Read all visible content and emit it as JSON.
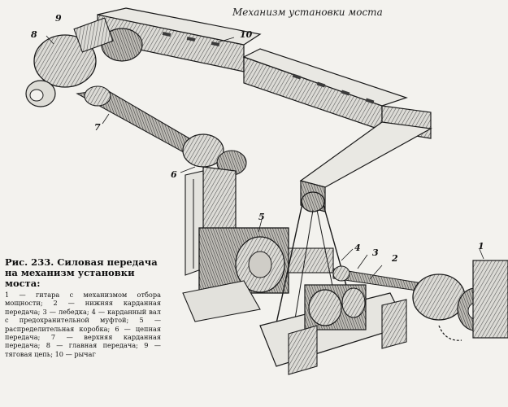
{
  "header": {
    "title": "Механизм установки моста"
  },
  "callouts": [
    "1",
    "2",
    "3",
    "4",
    "5",
    "6",
    "7",
    "8",
    "9",
    "10"
  ],
  "caption": {
    "title": "Рис. 233. Силовая передача на механизм установки моста:",
    "legend": [
      "1 — гитара с механизмом отбора мощности;",
      "2 — нижняя карданная передача;",
      "3 — лебедка;",
      "4 — карданный вал с предохранительной муфтой;",
      "5 — распределительная коробка;",
      "6 — цепная передача;",
      "7 — верхняя карданная передача;",
      "8 — главная передача;",
      "9 — тяговая цепь;",
      "10 — рычаг"
    ]
  },
  "colors": {
    "paper": "#f3f2ee",
    "ink": "#1a1a1a",
    "shade": "#6e6e6e"
  }
}
